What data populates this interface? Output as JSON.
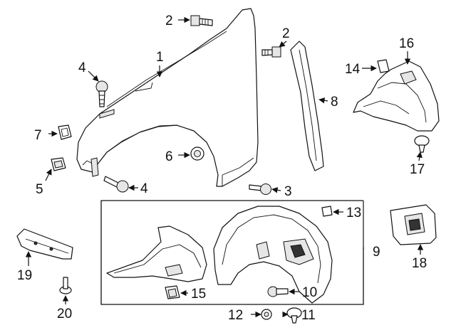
{
  "callouts": [
    {
      "id": "c1",
      "label": "1"
    },
    {
      "id": "c2a",
      "label": "2"
    },
    {
      "id": "c2b",
      "label": "2"
    },
    {
      "id": "c3",
      "label": "3"
    },
    {
      "id": "c4a",
      "label": "4"
    },
    {
      "id": "c4b",
      "label": "4"
    },
    {
      "id": "c5",
      "label": "5"
    },
    {
      "id": "c6",
      "label": "6"
    },
    {
      "id": "c7",
      "label": "7"
    },
    {
      "id": "c8",
      "label": "8"
    },
    {
      "id": "c9",
      "label": "9"
    },
    {
      "id": "c10",
      "label": "10"
    },
    {
      "id": "c11",
      "label": "11"
    },
    {
      "id": "c12",
      "label": "12"
    },
    {
      "id": "c13",
      "label": "13"
    },
    {
      "id": "c14",
      "label": "14"
    },
    {
      "id": "c15",
      "label": "15"
    },
    {
      "id": "c16",
      "label": "16"
    },
    {
      "id": "c17",
      "label": "17"
    },
    {
      "id": "c18",
      "label": "18"
    },
    {
      "id": "c19",
      "label": "19"
    },
    {
      "id": "c20",
      "label": "20"
    }
  ]
}
